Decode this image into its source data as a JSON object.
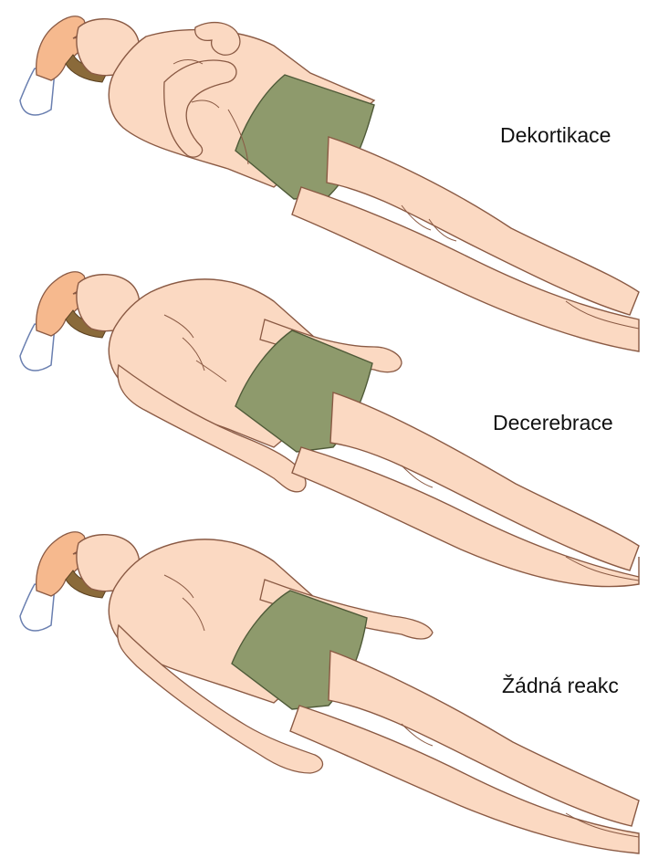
{
  "figure": {
    "panels": [
      {
        "id": "decorticate",
        "label": "Dekortikace"
      },
      {
        "id": "decerebrate",
        "label": "Decerebrace"
      },
      {
        "id": "flaccid",
        "label": "Žádná reakc"
      }
    ]
  },
  "colors": {
    "skin": "#fbd9c2",
    "skin_outline": "#8a5a44",
    "shorts": "#8e9a6c",
    "shorts_outline": "#4f5a38",
    "hair": "#8a6a3a",
    "examiner_hand": "#f6b98e",
    "sleeve": "#ffffff",
    "sleeve_outline": "#6a7fb0"
  }
}
